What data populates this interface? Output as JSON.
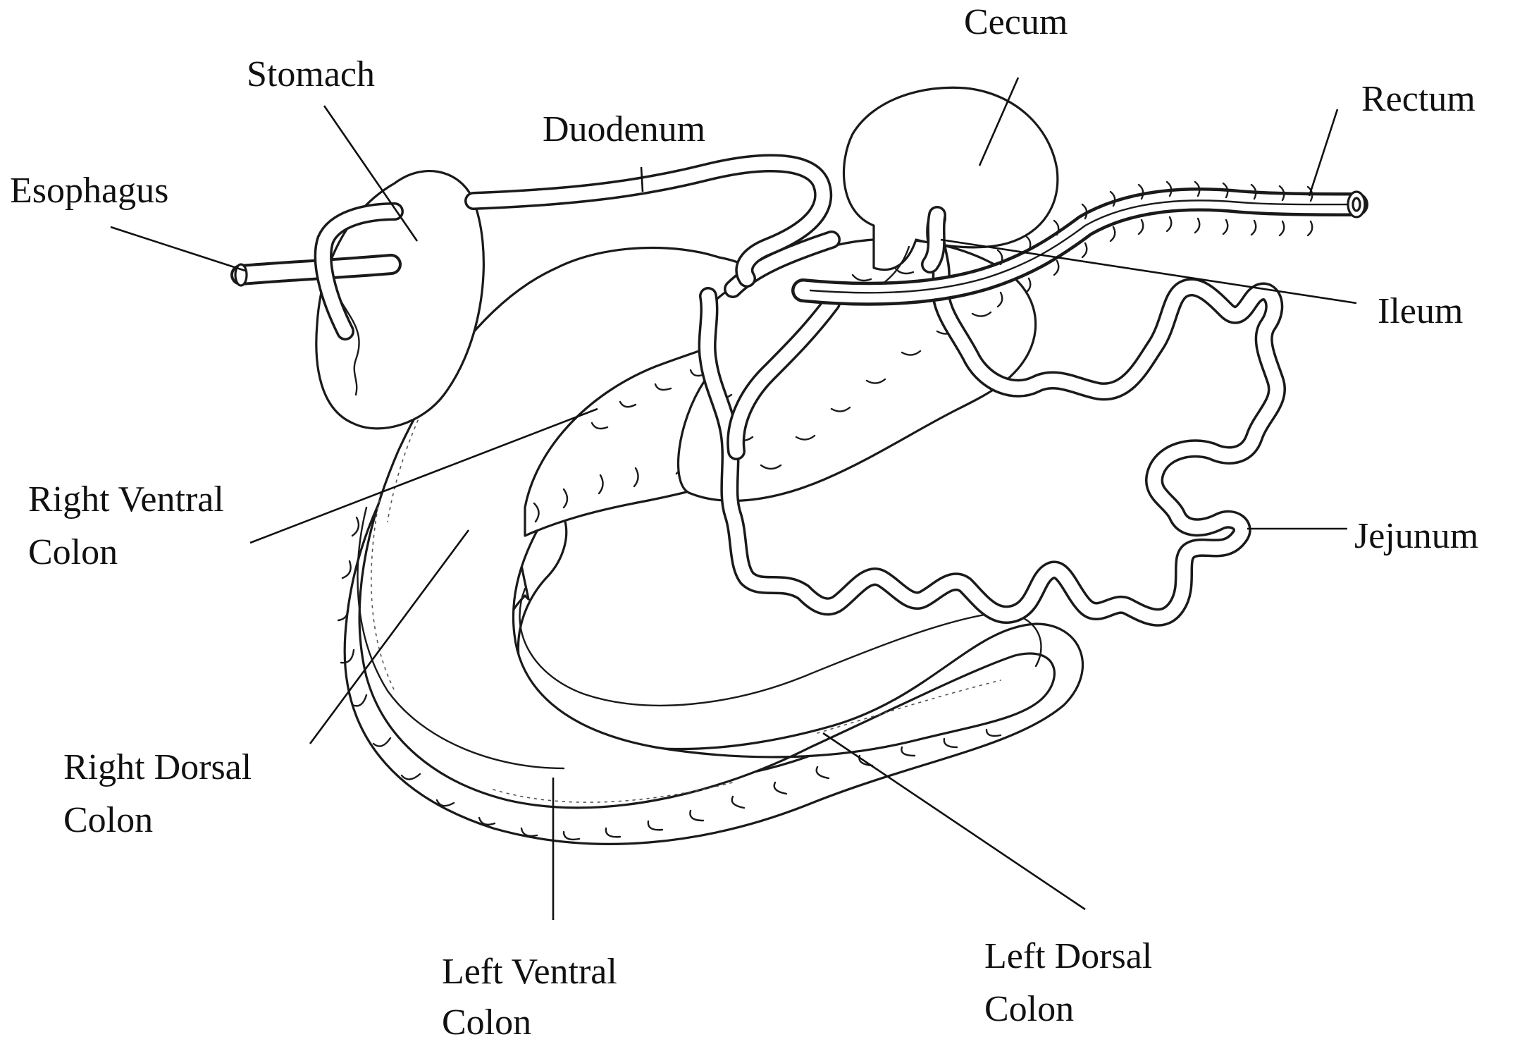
{
  "labels": {
    "esophagus": "Esophagus",
    "stomach": "Stomach",
    "duodenum": "Duodenum",
    "cecum": "Cecum",
    "rectum": "Rectum",
    "ileum": "Ileum",
    "jejunum": "Jejunum",
    "right_ventral_colon": [
      "Right Ventral",
      "Colon"
    ],
    "right_dorsal_colon": [
      "Right Dorsal",
      "Colon"
    ],
    "left_ventral_colon": [
      "Left Ventral",
      "Colon"
    ],
    "left_dorsal_colon": [
      "Left Dorsal",
      "Colon"
    ]
  }
}
